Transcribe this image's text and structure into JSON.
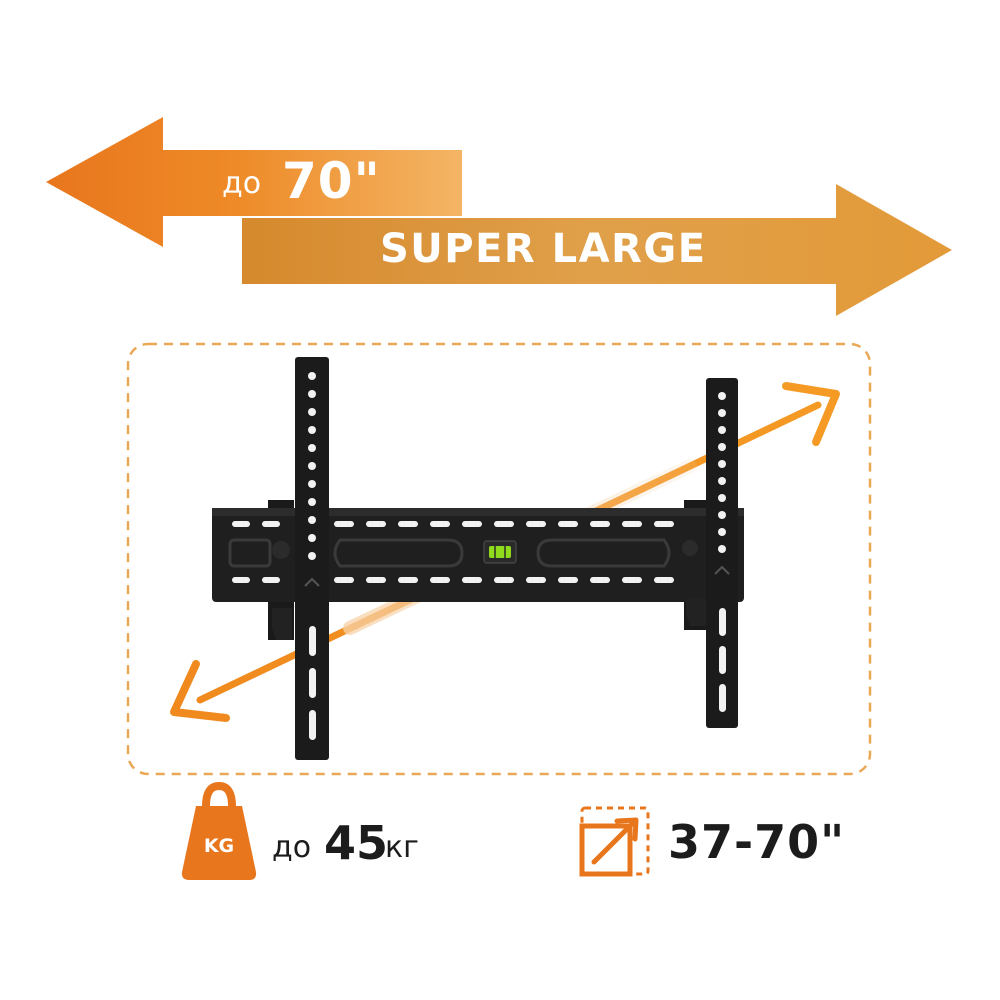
{
  "banner": {
    "prefix": "до",
    "size": "70\"",
    "tagline": "SUPER LARGE"
  },
  "specs": {
    "weight": {
      "prefix": "до",
      "value": "45",
      "unit": "кг",
      "icon": "weight-kg-icon",
      "icon_label": "KG"
    },
    "screen": {
      "range": "37-70\"",
      "icon": "resize-diagonal-icon"
    }
  },
  "colors": {
    "accent": "#e8761d",
    "accent_light": "#f2a23a",
    "accent_pale": "#f6d6b0",
    "mount": "#1e1e1e",
    "level_bubble": "#8fdc1d"
  }
}
